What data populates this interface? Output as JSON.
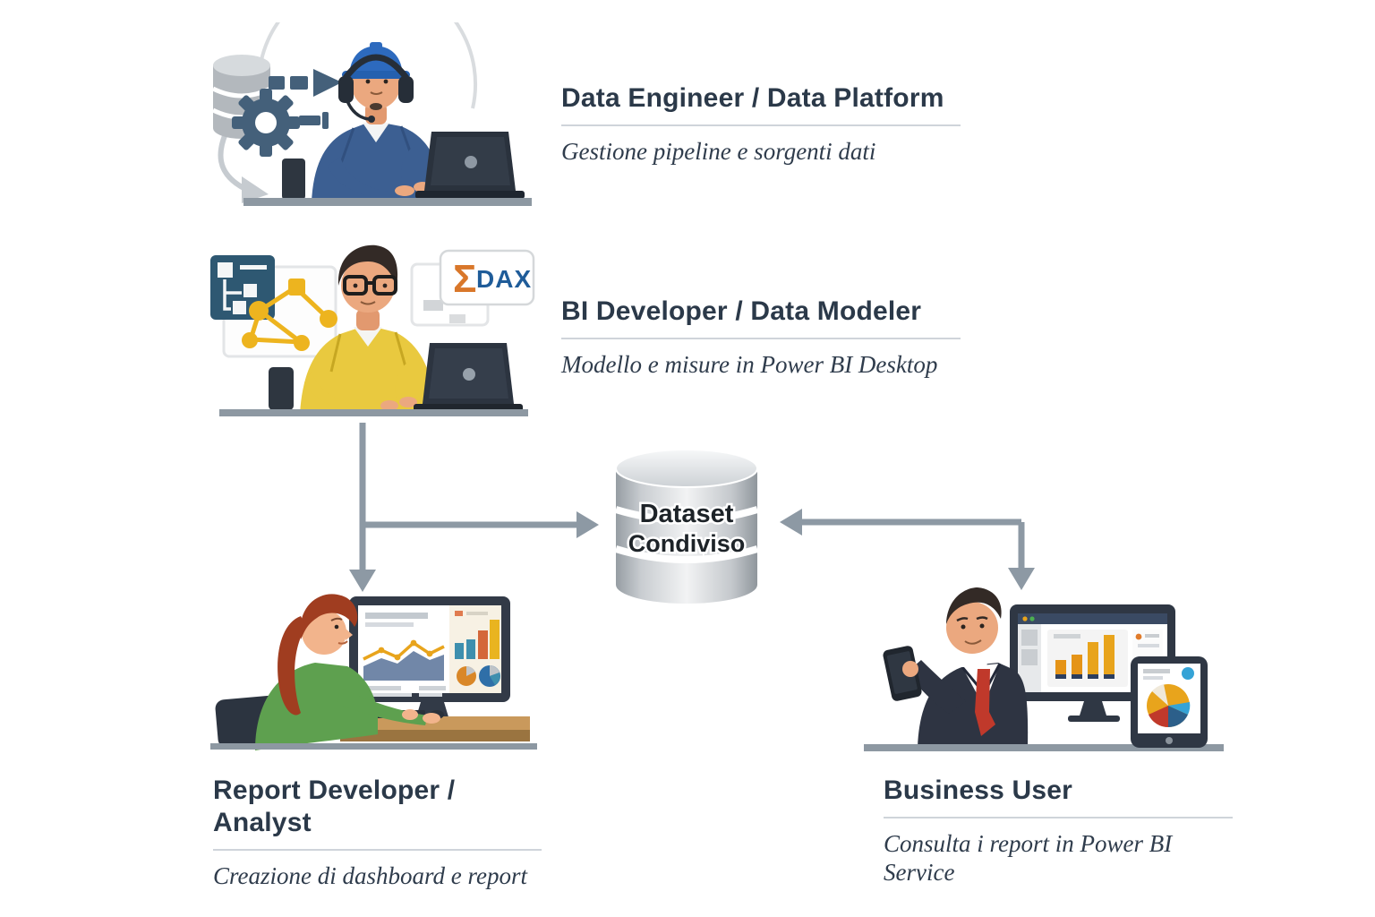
{
  "diagram": {
    "roles": [
      {
        "id": "data-engineer",
        "title": "Data Engineer / Data Platform",
        "subtitle": "Gestione pipeline e sorgenti dati"
      },
      {
        "id": "bi-developer",
        "title": "BI Developer / Data Modeler",
        "subtitle": "Modello e misure in Power BI Desktop"
      },
      {
        "id": "report-developer",
        "title": "Report Developer / Analyst",
        "subtitle": "Creazione di dashboard e report"
      },
      {
        "id": "business-user",
        "title": "Business User",
        "subtitle": "Consulta i report in Power BI Service"
      }
    ],
    "dataset_cylinder": {
      "line1": "Dataset",
      "line2": "Condiviso"
    },
    "dax_badge": {
      "sigma": "Σ",
      "label": "DAX"
    },
    "icons": [
      "database-icon",
      "gear-icon",
      "pipeline-arrow-icon",
      "curved-arrow-icon",
      "schema-icon",
      "network-graph-icon",
      "dax-badge",
      "laptop-icon",
      "monitor-icon",
      "dashboard-charts",
      "smartphone-icon",
      "tablet-icon",
      "pie-chart-icon",
      "bar-chart-icon",
      "dataset-cylinder-icon"
    ],
    "colors": {
      "title_text": "#2b3949",
      "divider": "#cfd4da",
      "connector_arrow": "#8d99a4",
      "sigma_orange": "#d9772a",
      "dax_blue": "#1f5c99",
      "network_yellow": "#edb41f",
      "denim_blue": "#3c5f92",
      "shirt_yellow": "#e9c93f",
      "sweater_green": "#5ea04f",
      "suit_dark": "#2e3442",
      "tie_red": "#c0392b"
    }
  }
}
